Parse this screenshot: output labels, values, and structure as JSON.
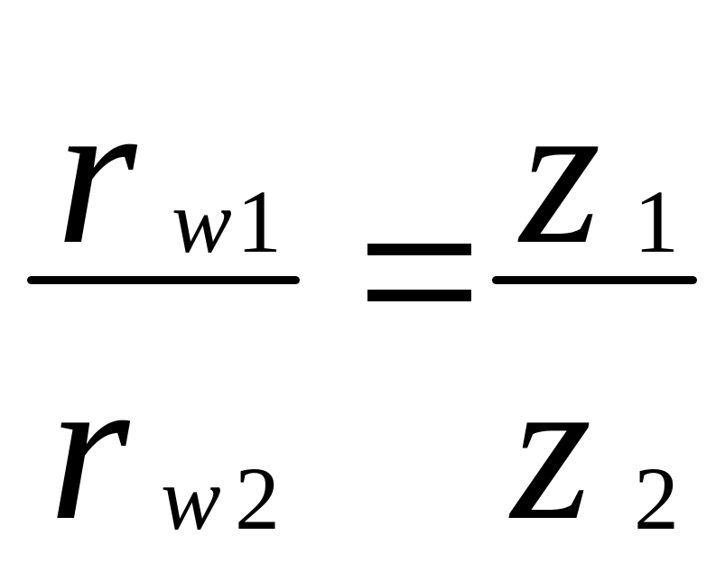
{
  "formula": {
    "left": {
      "numerator": {
        "symbol": "r",
        "subscript_var": "w",
        "subscript_num": "1"
      },
      "denominator": {
        "symbol": "r",
        "subscript_var": "w",
        "subscript_num": "2"
      }
    },
    "right": {
      "numerator": {
        "symbol": "z",
        "subscript_num": "1"
      },
      "denominator": {
        "symbol": "z",
        "subscript_num": "2"
      }
    }
  }
}
